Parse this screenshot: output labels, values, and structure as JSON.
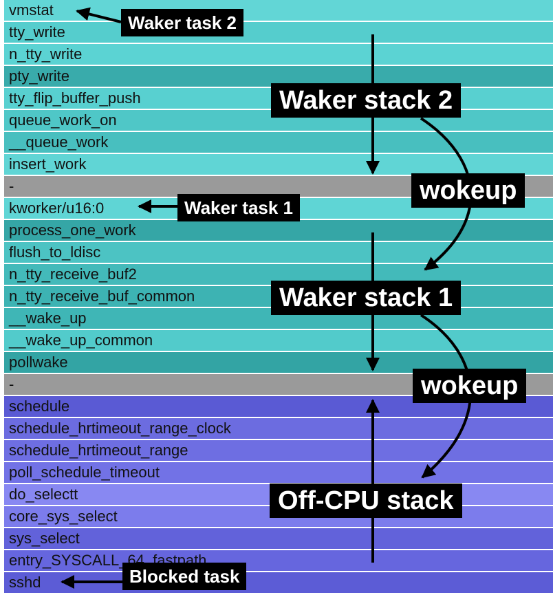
{
  "colors": {
    "waker_cyan": "#5dd4d4",
    "waker_cyan_alt": "#4ec6c6",
    "waker_teal": "#3aacac",
    "separator_gray": "#9a9a9a",
    "offcpu_blue": "#5b5bd6",
    "offcpu_blue_mid": "#7676e8",
    "offcpu_blue_light": "#8a8af4",
    "label_bg": "#000000",
    "label_text": "#ffffff"
  },
  "frames": [
    {
      "name": "vmstat",
      "color": "#62d6d6"
    },
    {
      "name": "tty_write",
      "color": "#55cdcd"
    },
    {
      "name": "n_tty_write",
      "color": "#5bd3d3"
    },
    {
      "name": "pty_write",
      "color": "#39abab"
    },
    {
      "name": "tty_flip_buffer_push",
      "color": "#58d0d0"
    },
    {
      "name": "queue_work_on",
      "color": "#4fc7c7"
    },
    {
      "name": "__queue_work",
      "color": "#48bfbf"
    },
    {
      "name": "insert_work",
      "color": "#60d5d5"
    },
    {
      "name": "-",
      "color": "#9a9a9a"
    },
    {
      "name": "kworker/u16:0",
      "color": "#5fd5d5"
    },
    {
      "name": "process_one_work",
      "color": "#35a6a6"
    },
    {
      "name": "flush_to_ldisc",
      "color": "#4cc3c3"
    },
    {
      "name": "n_tty_receive_buf2",
      "color": "#43baba"
    },
    {
      "name": "n_tty_receive_buf_common",
      "color": "#3db3b3"
    },
    {
      "name": "__wake_up",
      "color": "#3fb6b6"
    },
    {
      "name": "__wake_up_common",
      "color": "#52cbcb"
    },
    {
      "name": "pollwake",
      "color": "#33a4a4"
    },
    {
      "name": "-",
      "color": "#9a9a9a"
    },
    {
      "name": "schedule",
      "color": "#5a5ad4"
    },
    {
      "name": "schedule_hrtimeout_range_clock",
      "color": "#6c6ce0"
    },
    {
      "name": "schedule_hrtimeout_range",
      "color": "#6e6ee2"
    },
    {
      "name": "poll_schedule_timeout",
      "color": "#7272e6"
    },
    {
      "name": "do_selectt",
      "color": "#8888f2"
    },
    {
      "name": "core_sys_select",
      "color": "#7c7cec"
    },
    {
      "name": "sys_select",
      "color": "#6262da"
    },
    {
      "name": "entry_SYSCALL_64_fastpath",
      "color": "#6666de"
    },
    {
      "name": "sshd",
      "color": "#5c5cd6"
    }
  ],
  "labels": {
    "waker_task_2": "Waker task 2",
    "waker_stack_2": "Waker stack 2",
    "wokeup_1": "wokeup",
    "waker_task_1": "Waker task 1",
    "waker_stack_1": "Waker stack 1",
    "wokeup_2": "wokeup",
    "offcpu_stack": "Off-CPU stack",
    "blocked_task": "Blocked task"
  }
}
